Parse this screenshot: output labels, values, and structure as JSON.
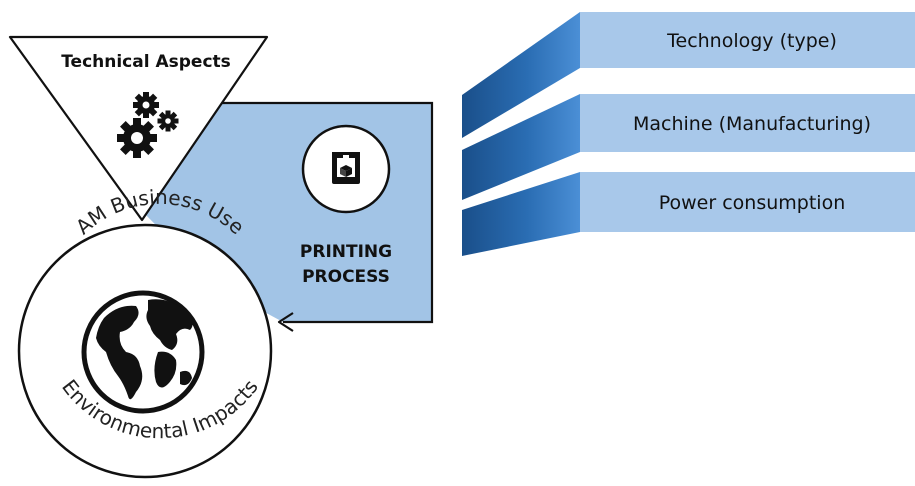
{
  "technical_aspects": {
    "title": "Technical Aspects",
    "icon": "gears-icon"
  },
  "printing_process": {
    "line1": "PRINTING",
    "line2": "PROCESS",
    "icon": "3d-printer-icon"
  },
  "business_circle": {
    "top_label": "AM Business Use",
    "bottom_label": "Environmental Impacts",
    "icon": "globe-icon"
  },
  "aspects": [
    {
      "label": "Technology (type)"
    },
    {
      "label": "Machine (Manufacturing)"
    },
    {
      "label": "Power consumption"
    }
  ],
  "colors": {
    "panel": "#a2c4e6",
    "bar_light": "#a8c8ea",
    "bar_dark": "#1f5a99",
    "outline": "#111111"
  }
}
